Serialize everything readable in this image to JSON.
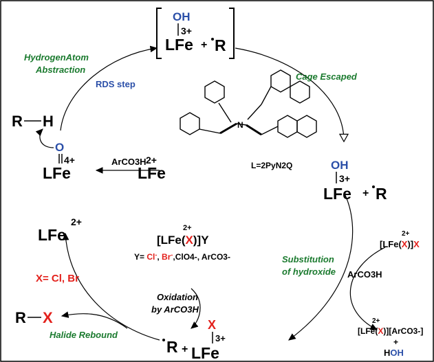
{
  "top_complex": {
    "oh": "OH",
    "lfe": "LFe",
    "charge": "3+",
    "plus": "+",
    "r": "R"
  },
  "right_complex": {
    "oh": "OH",
    "lfe": "LFe",
    "charge": "3+",
    "plus": "+",
    "r": "R"
  },
  "bottom_complex": {
    "r": "R",
    "plus": "+",
    "lfe": "LFe",
    "x": "X",
    "charge": "3+"
  },
  "oxo_complex": {
    "o": "O",
    "lfe": "LFe",
    "charge": "4+"
  },
  "fe2_left": {
    "lfe": "LFe",
    "charge": "2+"
  },
  "fe2_mid": {
    "lfe": "LFe",
    "charge": "2+"
  },
  "rh": {
    "r": "R",
    "h": "H"
  },
  "rx": {
    "r": "R",
    "x": "X"
  },
  "labels": {
    "hat_line1": "HydrogenAtom",
    "hat_line2": "Abstraction",
    "rds": "RDS step",
    "cage": "Cage Escaped",
    "subst_line1": "Substitution",
    "subst_line2": "of hydroxide",
    "oxid_line1": "Oxidation",
    "oxid_line2": "by ArCO3H",
    "rebound": "Halide Rebound",
    "x_def": "X= Cl, Br",
    "arco3h_left": "ArCO3H",
    "arco3h_right": "ArCO3H",
    "ligand": "L=2PyN2Q"
  },
  "lfexy": {
    "prefix": "[LFe(",
    "x": "X",
    "suffix": ")]Y",
    "charge": "2+",
    "y_line": {
      "y_eq": "Y= ",
      "cl": "Cl",
      "cl_sup": "-",
      "comma1": ", ",
      "br": "Br",
      "br_sup": "-",
      "rest": ",ClO4-, ArCO3-"
    }
  },
  "lfexx": {
    "prefix": "[LFe(",
    "x": "X",
    "bracket": ")]",
    "x2": "X",
    "charge": "2+"
  },
  "product": {
    "prefix": "[LFe(",
    "x": "X",
    "suffix": ")][ArCO3-]",
    "charge": "2+",
    "plus": "+",
    "h": "H",
    "oh": "OH"
  }
}
